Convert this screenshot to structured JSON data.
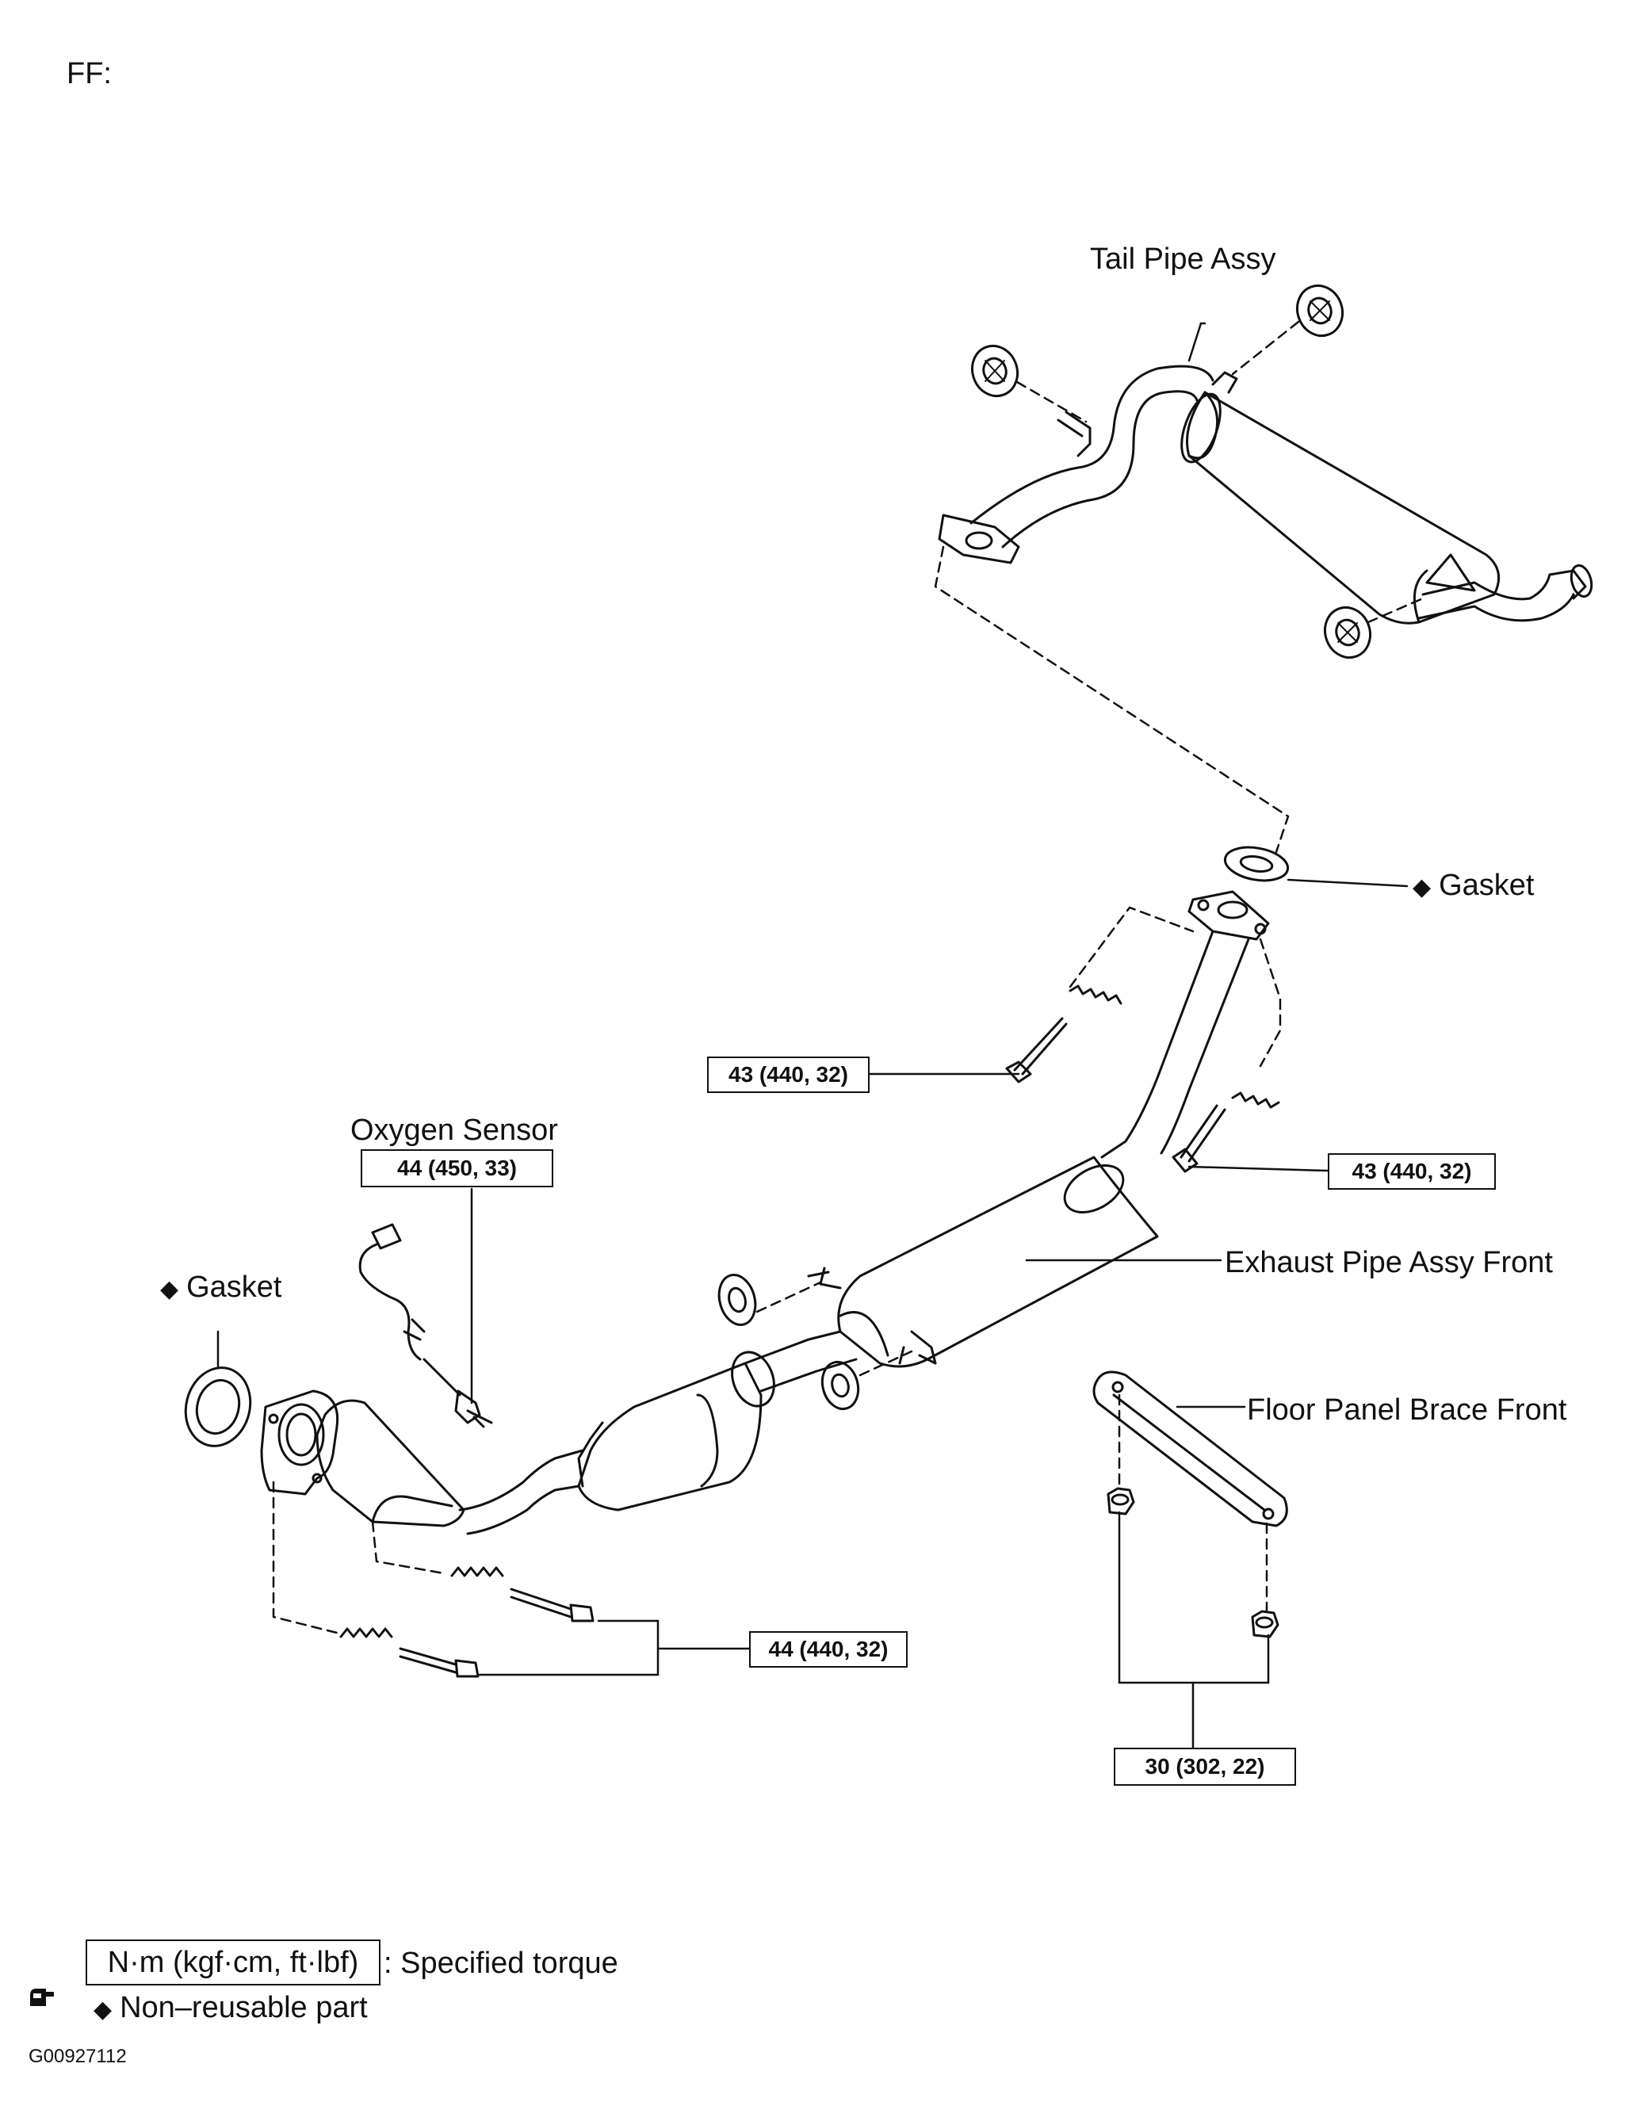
{
  "header": {
    "label": "FF:"
  },
  "labels": {
    "tail_pipe": "Tail Pipe Assy",
    "gasket_rear": "Gasket",
    "oxygen_sensor": "Oxygen Sensor",
    "gasket_front": "Gasket",
    "exhaust_pipe_front": "Exhaust Pipe Assy Front",
    "floor_brace": "Floor Panel Brace Front"
  },
  "non_reusable_mark": "◆",
  "torque": {
    "upper_left": "43 (440, 32)",
    "upper_right": "43 (440, 32)",
    "oxygen_sensor": "44 (450, 33)",
    "front_flange": "44 (440, 32)",
    "brace": "30 (302, 22)"
  },
  "legend": {
    "unit_box": "N·m (kgf·cm, ft·lbf)",
    "unit_text": ": Specified torque",
    "nonreusable_text": "Non–reusable part"
  },
  "figure_code": "G00927112",
  "colors": {
    "ink": "#111111",
    "background": "#ffffff"
  },
  "icons": [
    "diamond-icon",
    "grease-icon"
  ]
}
